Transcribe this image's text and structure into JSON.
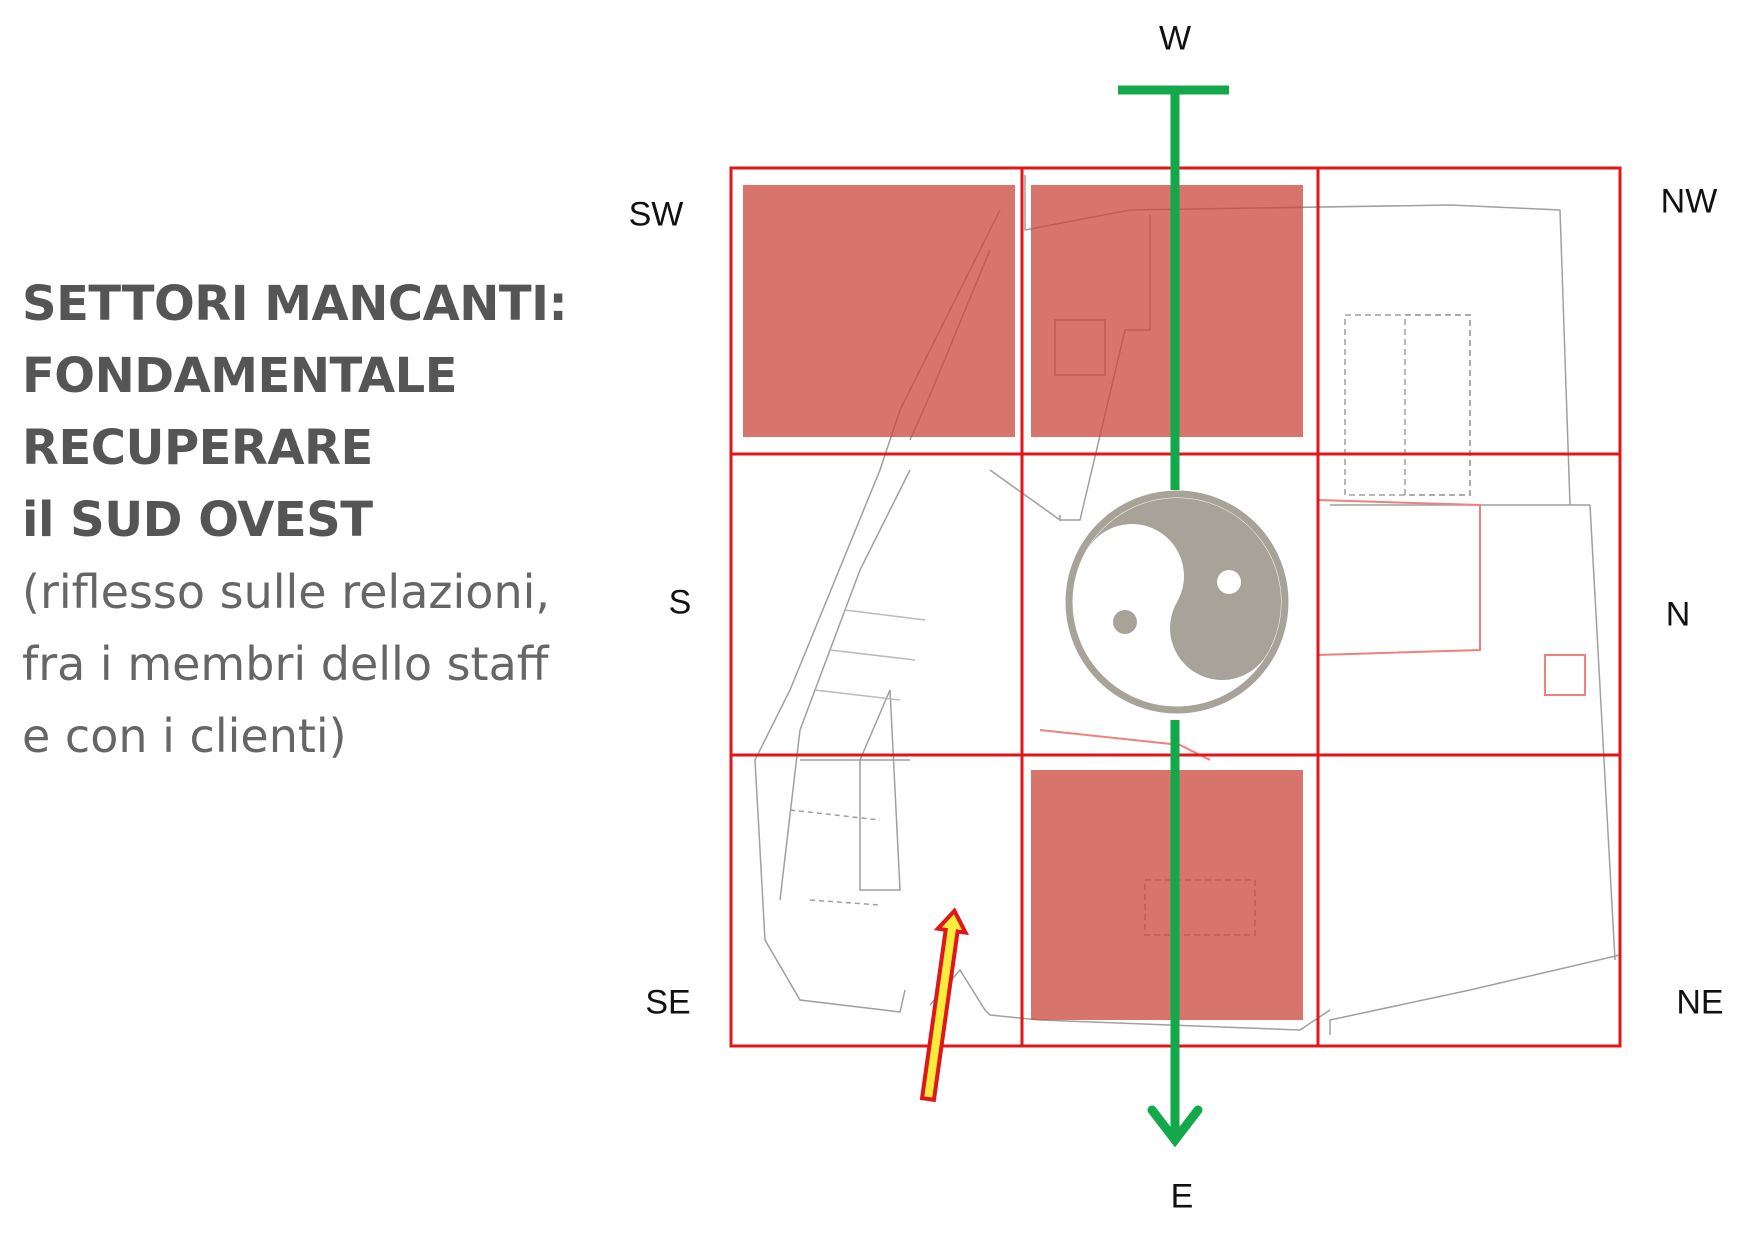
{
  "heading_lines": [
    "SETTORI MANCANTI:",
    "FONDAMENTALE",
    "RECUPERARE",
    "il SUD OVEST"
  ],
  "note_lines": [
    "(riflesso sulle relazioni,",
    "fra i membri dello staff",
    "e con i clienti)"
  ],
  "directions": {
    "w": "W",
    "sw": "SW",
    "nw": "NW",
    "s": "S",
    "n": "N",
    "se": "SE",
    "ne": "NE",
    "e": "E"
  },
  "missing_sectors": [
    "SW",
    "W",
    "E"
  ],
  "colors": {
    "grid": "#e0161b",
    "missing_fill": "#c9463b",
    "axis": "#13a84a",
    "yinyang": "#a8a398",
    "entrance_arrow_fill": "#f6ee3a",
    "entrance_arrow_stroke": "#e0161b",
    "text": "#555555"
  }
}
